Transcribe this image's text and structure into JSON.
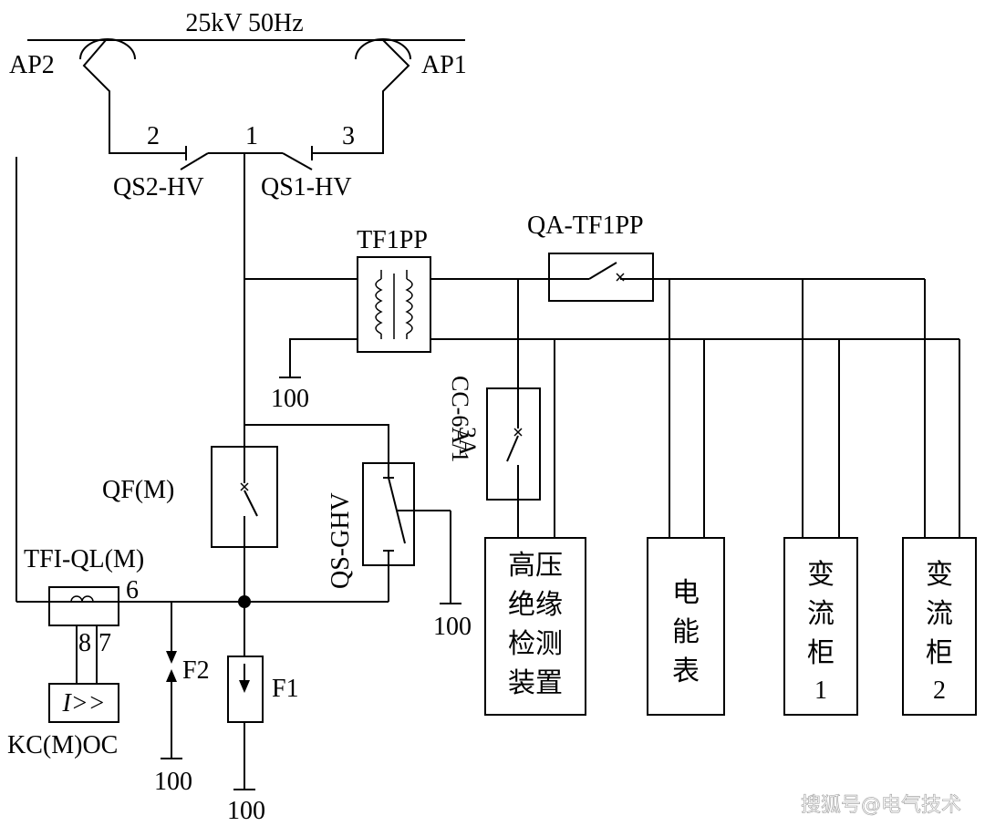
{
  "source_label": "25kV  50Hz",
  "pantographs": {
    "left": "AP2",
    "right": "AP1"
  },
  "terminals": {
    "t1": "1",
    "t2": "2",
    "t3": "3",
    "t6": "6",
    "t7": "7",
    "t8": "8"
  },
  "switches": {
    "qs2": "QS2-HV",
    "qs1": "QS1-HV",
    "qsg": "QS-GHV",
    "qf": "QF(M)",
    "qa": "QA-TF1PP",
    "cc_line1": "CC-6A/1",
    "cc_line2": "3A"
  },
  "transformers": {
    "tf1pp": "TF1PP",
    "tfi": "TFI-QL(M)"
  },
  "relay": {
    "symbol": "I>>",
    "label": "KC(M)OC"
  },
  "arresters": {
    "f1": "F1",
    "f2": "F2"
  },
  "grounds": {
    "g_tf1pp": "100",
    "g_qsg": "100",
    "g_f2": "100",
    "g_f1": "100"
  },
  "loads": [
    {
      "lines": [
        "高压",
        "绝缘",
        "检测",
        "装置"
      ]
    },
    {
      "lines": [
        "电",
        "能",
        "表"
      ]
    },
    {
      "lines": [
        "变",
        "流",
        "柜",
        "1"
      ]
    },
    {
      "lines": [
        "变",
        "流",
        "柜",
        "2"
      ]
    }
  ],
  "watermark": "搜狐号@电气技术"
}
